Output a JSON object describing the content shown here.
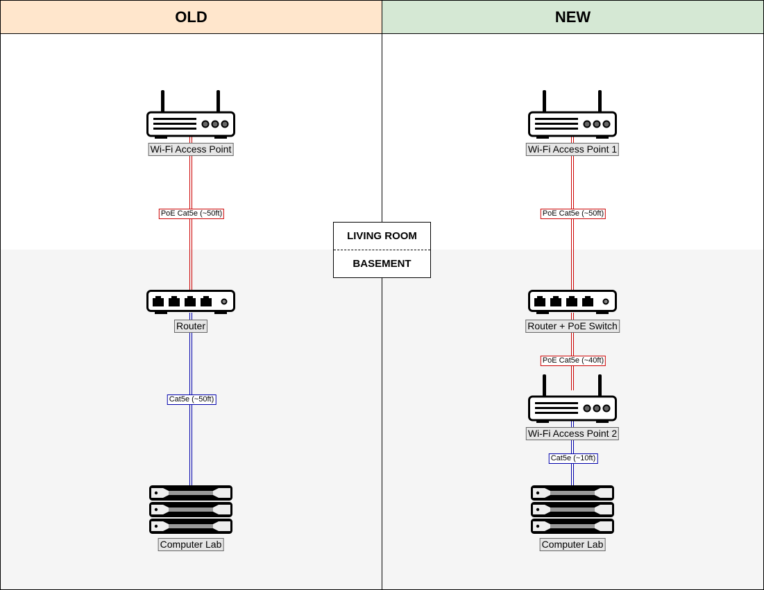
{
  "columns": {
    "old": {
      "title": "OLD",
      "color": "#ffe6cc"
    },
    "new": {
      "title": "NEW",
      "color": "#d5e8d4"
    }
  },
  "floors": {
    "upper": "LIVING ROOM",
    "lower": "BASEMENT"
  },
  "old": {
    "devices": [
      {
        "id": "ap",
        "type": "wifi-access-point",
        "label": "Wi-Fi Access Point"
      },
      {
        "id": "router",
        "type": "router",
        "label": "Router"
      },
      {
        "id": "lab",
        "type": "server-rack",
        "label": "Computer Lab"
      }
    ],
    "cables": [
      {
        "from": "ap",
        "to": "router",
        "kind": "poe",
        "label": "PoE Cat5e (~50ft)"
      },
      {
        "from": "router",
        "to": "lab",
        "kind": "plain",
        "label": "Cat5e (~50ft)"
      }
    ]
  },
  "new": {
    "devices": [
      {
        "id": "ap1",
        "type": "wifi-access-point",
        "label": "Wi-Fi Access Point 1"
      },
      {
        "id": "switch",
        "type": "router",
        "label": "Router + PoE Switch"
      },
      {
        "id": "ap2",
        "type": "wifi-access-point",
        "label": "Wi-Fi Access Point 2"
      },
      {
        "id": "lab",
        "type": "server-rack",
        "label": "Computer Lab"
      }
    ],
    "cables": [
      {
        "from": "ap1",
        "to": "switch",
        "kind": "poe",
        "label": "PoE Cat5e (~50ft)"
      },
      {
        "from": "switch",
        "to": "ap2",
        "kind": "poe",
        "label": "PoE Cat5e (~40ft)"
      },
      {
        "from": "ap2",
        "to": "lab",
        "kind": "plain",
        "label": "Cat5e (~10ft)"
      }
    ]
  },
  "cable_colors": {
    "poe": "#cc0000",
    "plain": "#0000aa"
  }
}
